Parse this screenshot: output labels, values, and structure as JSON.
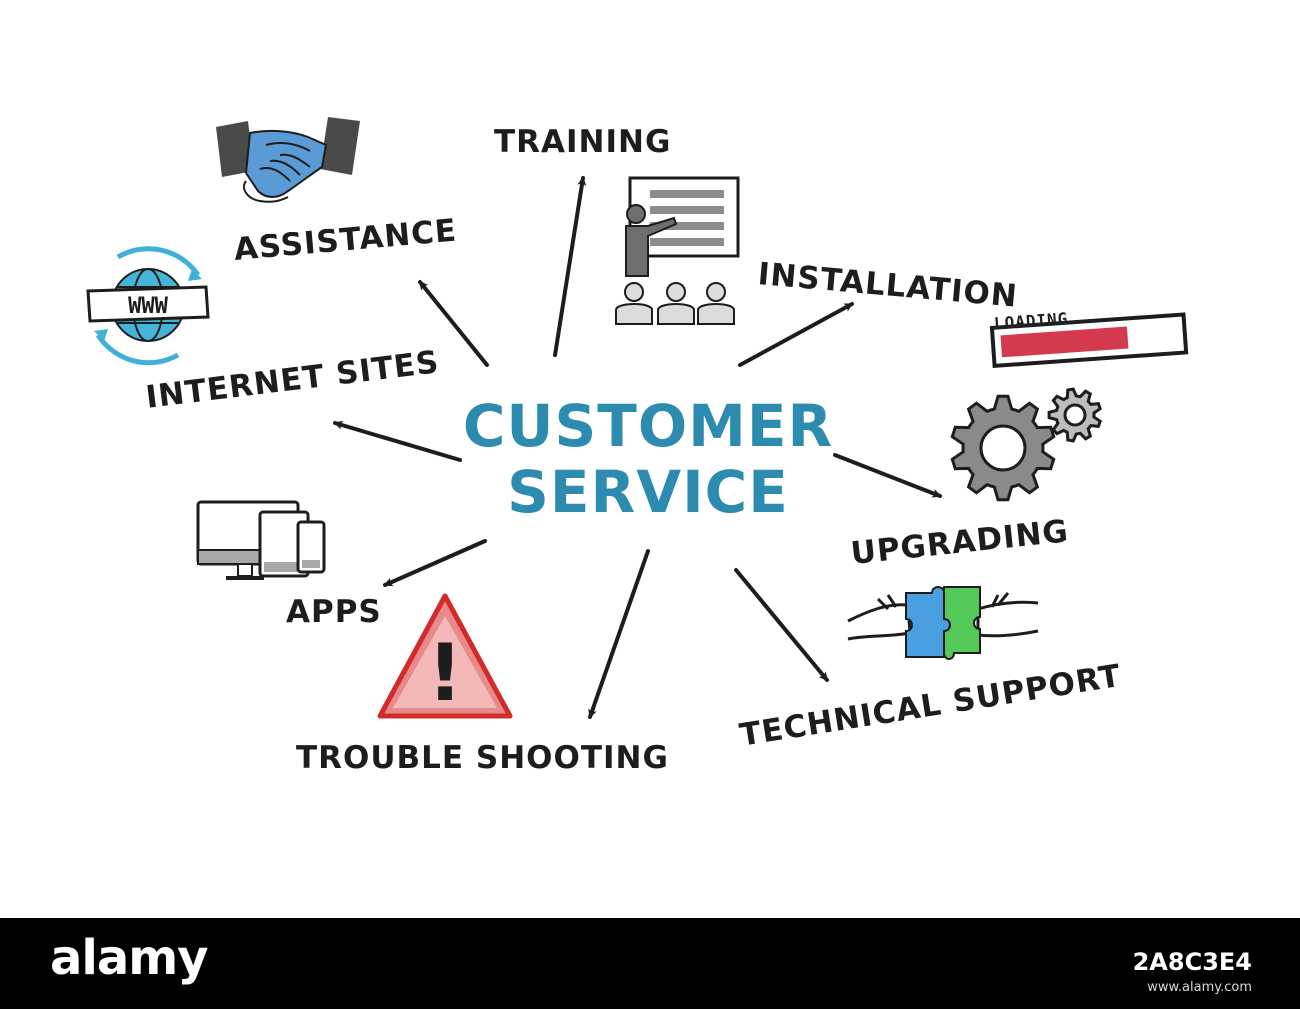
{
  "center": {
    "line1": "CUSTOMER",
    "line2": "SERVICE",
    "color": "#2d8bb0"
  },
  "nodes": [
    {
      "id": "assistance",
      "label": "ASSISTANCE",
      "icon": "handshake-icon"
    },
    {
      "id": "training",
      "label": "TRAINING",
      "icon": "presentation-icon"
    },
    {
      "id": "installation",
      "label": "INSTALLATION",
      "icon": "loading-bar-icon"
    },
    {
      "id": "internet-sites",
      "label": "INTERNET SITES",
      "icon": "globe-www-icon"
    },
    {
      "id": "upgrading",
      "label": "UPGRADING",
      "icon": "gears-icon"
    },
    {
      "id": "apps",
      "label": "APPS",
      "icon": "devices-icon"
    },
    {
      "id": "trouble-shooting",
      "label": "TROUBLE SHOOTING",
      "icon": "warning-triangle-icon"
    },
    {
      "id": "technical-support",
      "label": "TECHNICAL SUPPORT",
      "icon": "puzzle-hands-icon"
    }
  ],
  "edges": [
    {
      "from": "center",
      "to": "assistance"
    },
    {
      "from": "center",
      "to": "training"
    },
    {
      "from": "center",
      "to": "installation"
    },
    {
      "from": "center",
      "to": "internet-sites"
    },
    {
      "from": "center",
      "to": "upgrading"
    },
    {
      "from": "center",
      "to": "apps"
    },
    {
      "from": "center",
      "to": "trouble-shooting"
    },
    {
      "from": "center",
      "to": "technical-support"
    }
  ],
  "icons": {
    "www_text": "WWW",
    "loading_text": "LOADING...",
    "loading_progress": 0.72,
    "warning_glyph": "!"
  },
  "colors": {
    "ink": "#1d1d1d",
    "accent_blue": "#2d8bb0",
    "handshake_blue": "#5b9bd5",
    "globe_blue": "#3fb0d8",
    "warning_red": "#d22b2b",
    "loading_red": "#d43a4e",
    "puzzle_blue": "#4a9fe0",
    "puzzle_green": "#55c957"
  },
  "footer": {
    "brand": "alamy",
    "image_id": "2A8C3E4",
    "url": "www.alamy.com"
  }
}
